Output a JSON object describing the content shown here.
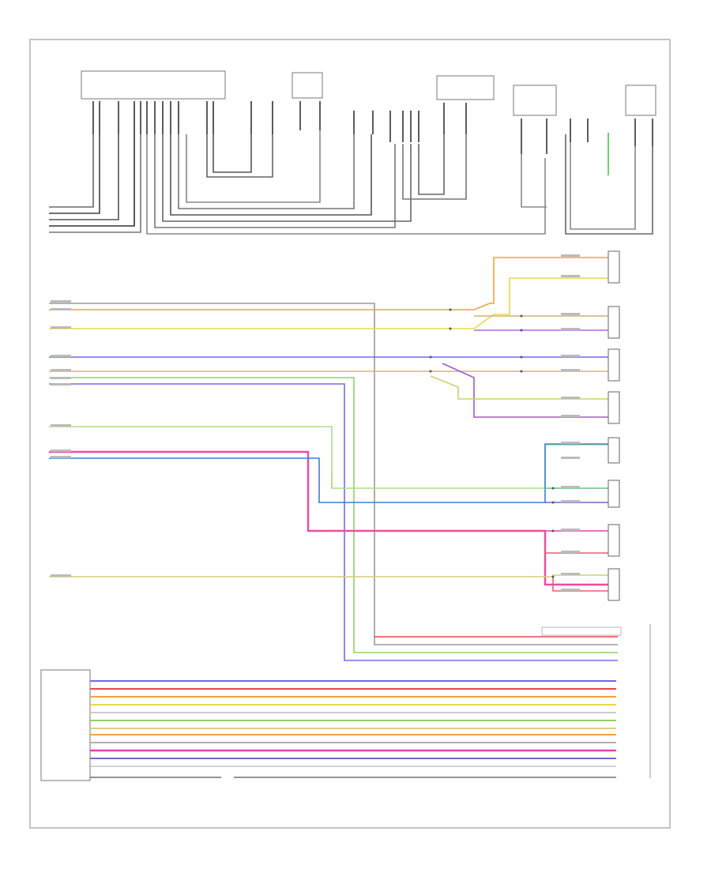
{
  "header": {
    "title": ""
  },
  "footer": {
    "page_ref": ""
  },
  "components": [
    {
      "id": "c1",
      "label": ""
    },
    {
      "id": "c2",
      "label": ""
    },
    {
      "id": "c3",
      "label": ""
    },
    {
      "id": "c4",
      "label": ""
    },
    {
      "id": "c5",
      "label": ""
    },
    {
      "id": "c6",
      "label": ""
    },
    {
      "id": "c7",
      "label": ""
    },
    {
      "id": "c8",
      "label": ""
    },
    {
      "id": "c9",
      "label": ""
    },
    {
      "id": "c10",
      "label": ""
    }
  ],
  "wire_colors": {
    "black": "#1a1a1a",
    "gray": "#8c8c8c",
    "orange": "#f2a33a",
    "yellow": "#e8d84a",
    "blue": "#4a4ae0",
    "green": "#8fd16a",
    "red": "#e8474c",
    "magenta": "#e83fb0",
    "tan": "#d9b66a",
    "cyan": "#2aa4b8",
    "olive": "#cfcf6a"
  },
  "switches": [
    {
      "id": "sw1",
      "label": ""
    },
    {
      "id": "sw2",
      "label": ""
    },
    {
      "id": "sw3",
      "label": ""
    },
    {
      "id": "sw4",
      "label": ""
    },
    {
      "id": "sw5",
      "label": ""
    },
    {
      "id": "sw6",
      "label": ""
    },
    {
      "id": "sw7",
      "label": ""
    },
    {
      "id": "sw8",
      "label": ""
    }
  ],
  "bottom_module": {
    "label": ""
  },
  "bottom_note": {
    "text": ""
  }
}
